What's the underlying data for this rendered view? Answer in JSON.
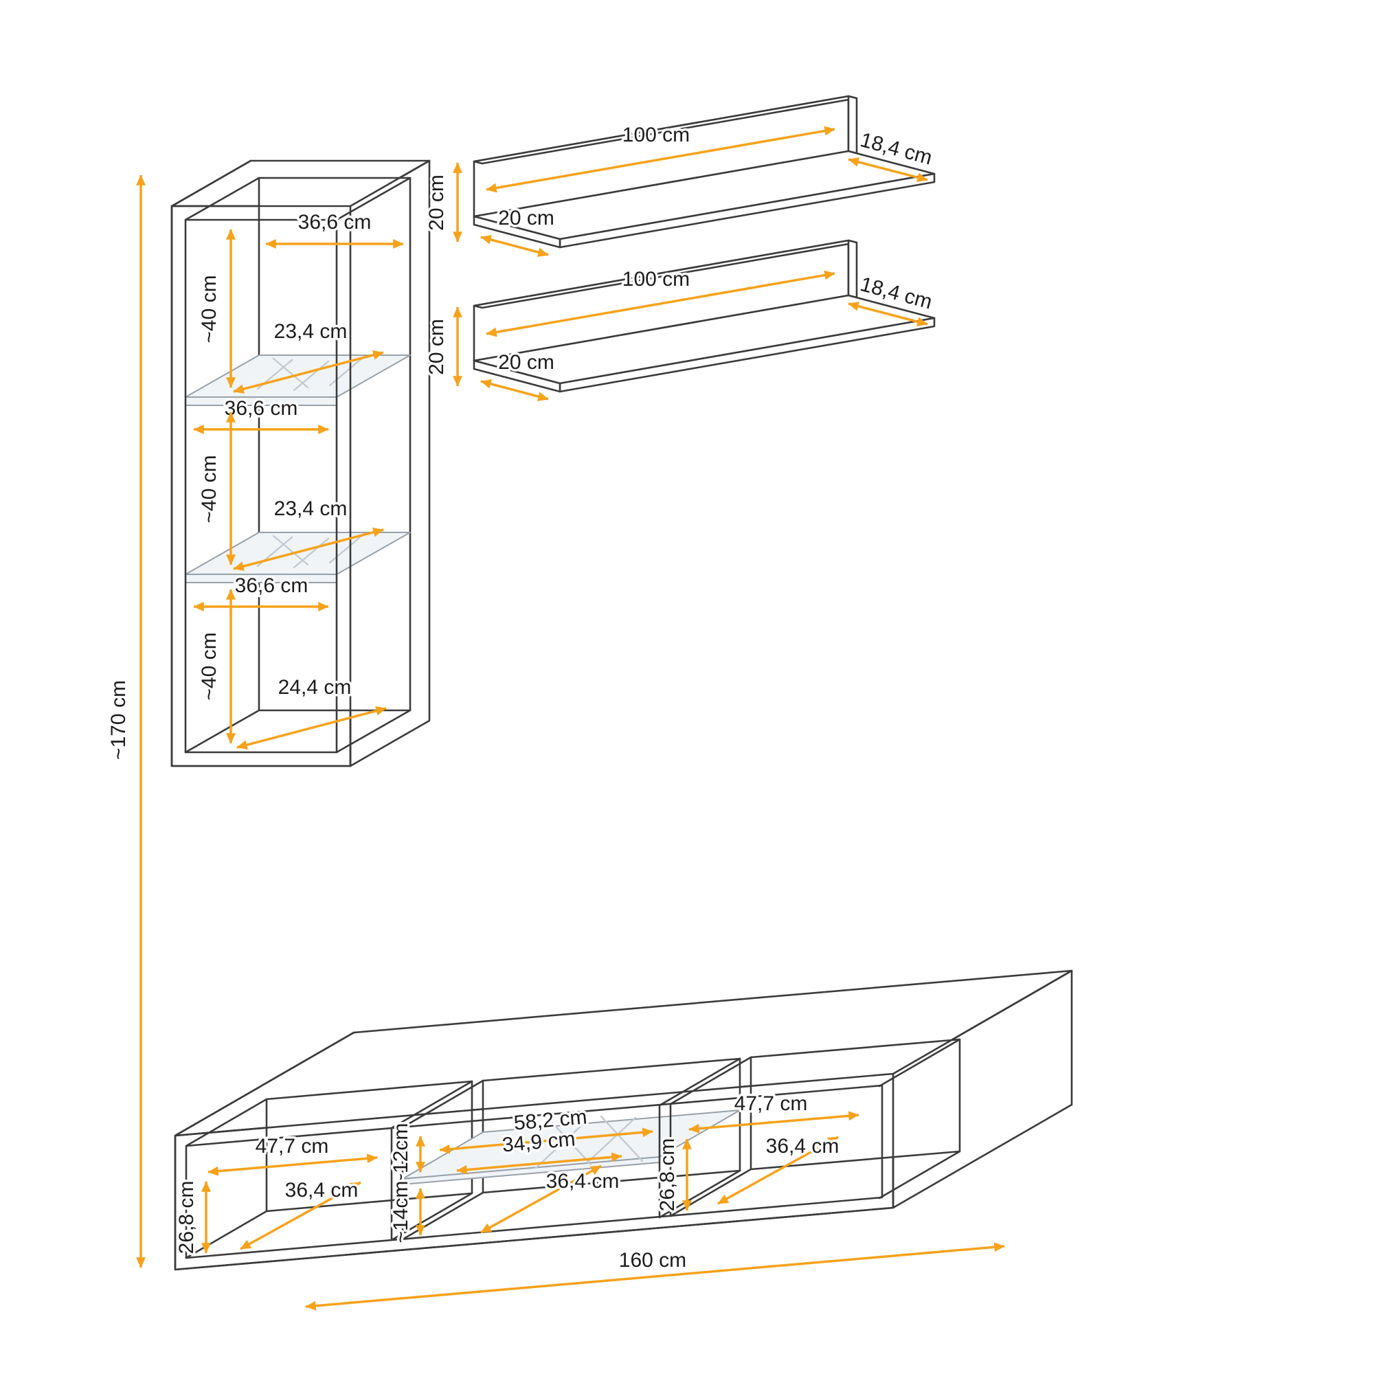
{
  "diagram": {
    "type": "furniture-dimension-drawing",
    "units": "cm",
    "colors": {
      "accent": "#F6A21B",
      "line": "#3B3B3B",
      "glass": "#98A0A8",
      "background": "#FFFFFF"
    },
    "tall_cabinet": {
      "total_height": "~170 cm",
      "inner_width_top": "36,6 cm",
      "section_1_height": "~40 cm",
      "shelf_1_depth": "23,4 cm",
      "inner_width_mid": "36,6 cm",
      "section_2_height": "~40 cm",
      "shelf_2_depth": "23,4 cm",
      "inner_width_lower": "36,6 cm",
      "section_3_height": "~40 cm",
      "bottom_depth": "24,4 cm"
    },
    "wall_shelf_top": {
      "length": "100 cm",
      "board_depth": "18,4 cm",
      "height": "20 cm",
      "side_depth": "20 cm"
    },
    "wall_shelf_bottom": {
      "length": "100 cm",
      "board_depth": "18,4 cm",
      "height": "20 cm",
      "side_depth": "20 cm"
    },
    "tv_stand": {
      "total_width": "160 cm",
      "left": {
        "width": "47,7 cm",
        "height": "26,8 cm",
        "depth": "36,4 cm"
      },
      "middle": {
        "width": "58,2 cm",
        "glass_width": "34,9 cm",
        "above_glass": "~12cm",
        "below_glass": "~14cm",
        "depth": "36,4 cm"
      },
      "right": {
        "width": "47,7 cm",
        "height": "26,8 cm",
        "depth": "36,4 cm"
      }
    }
  }
}
